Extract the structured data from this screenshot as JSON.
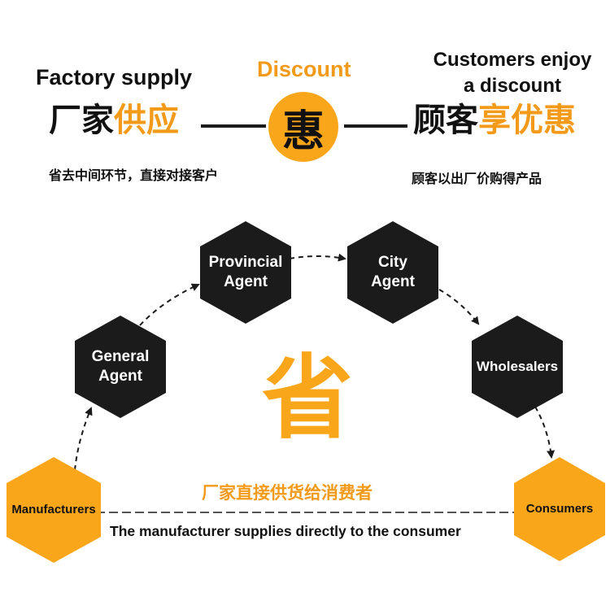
{
  "header": {
    "left_en": "Factory supply",
    "left_cn_black": "厂家",
    "left_cn_orange": "供应",
    "left_sub_cn": "省去中间环节，直接对接客户",
    "center_en": "Discount",
    "center_char": "惠",
    "right_en": "Customers enjoy\na discount",
    "right_cn_black": "顾客",
    "right_cn_orange": "享优惠",
    "right_sub_cn": "顾客以出厂价购得产品"
  },
  "chain": [
    {
      "label": "Manufacturers",
      "style": "orange"
    },
    {
      "label": "General\nAgent",
      "style": "dark"
    },
    {
      "label": "Provincial\nAgent",
      "style": "dark"
    },
    {
      "label": "City\nAgent",
      "style": "dark"
    },
    {
      "label": "Wholesalers",
      "style": "dark"
    },
    {
      "label": "Consumers",
      "style": "orange"
    }
  ],
  "center": {
    "big_char": "省",
    "direct_cn": "厂家直接供货给消费者",
    "direct_en": "The manufacturer supplies directly to the consumer"
  },
  "colors": {
    "orange": "#F9A61B",
    "dark": "#1B1B1B",
    "text": "#111111"
  }
}
